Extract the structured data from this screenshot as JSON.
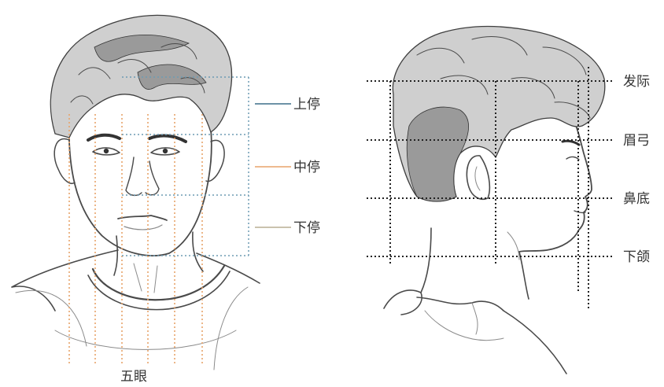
{
  "front_view": {
    "thirds": [
      {
        "label": "上停",
        "color": "#3d6f88"
      },
      {
        "label": "中停",
        "color": "#e8a46a"
      },
      {
        "label": "下停",
        "color": "#b9ad94"
      }
    ],
    "five_eyes_label": "五眼",
    "box_line_color": "#6d9bb3",
    "vertical_line_color": "#e8a46a"
  },
  "side_view": {
    "levels": [
      {
        "label": "发际"
      },
      {
        "label": "眉弓"
      },
      {
        "label": "鼻底"
      },
      {
        "label": "下颌"
      }
    ],
    "line_color": "#222222"
  }
}
